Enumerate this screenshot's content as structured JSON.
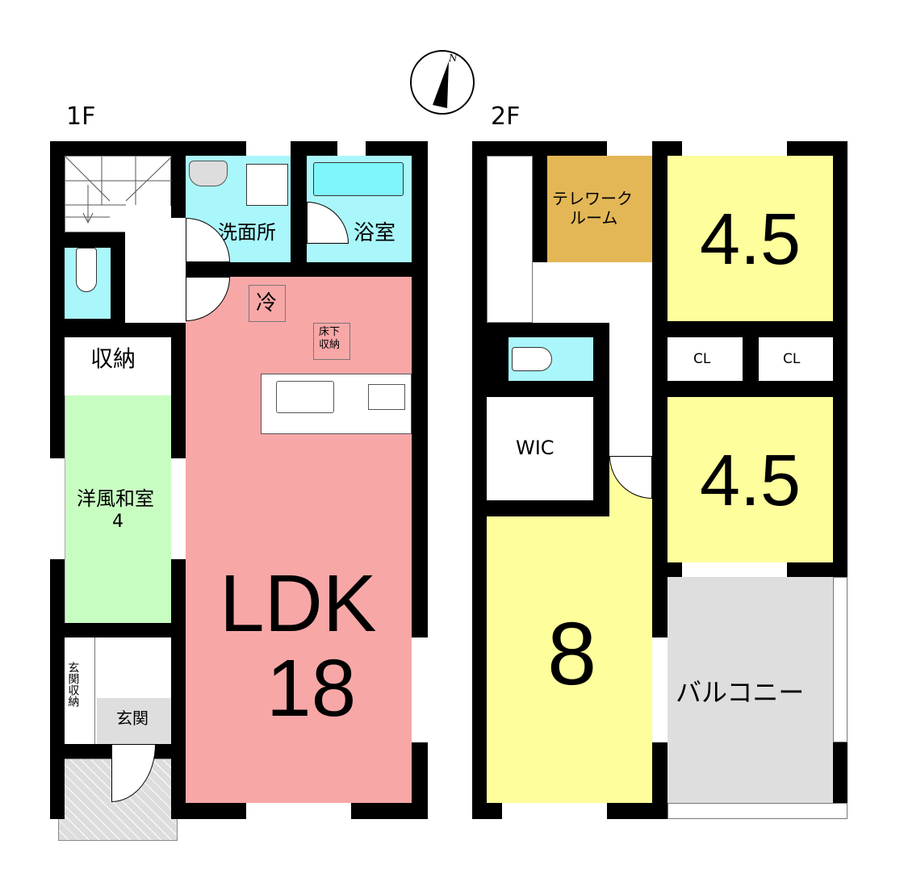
{
  "floors": {
    "first": {
      "label": "1F",
      "rooms": {
        "washroom": "洗面所",
        "bathroom": "浴室",
        "fridge": "冷",
        "underfloor_storage_line1": "床下",
        "underfloor_storage_line2": "収納",
        "storage": "収納",
        "japanese_room_name": "洋風和室",
        "japanese_room_size": "4",
        "ldk_name": "LDK",
        "ldk_size": "18",
        "entrance_storage": "玄関収納",
        "entrance": "玄関"
      }
    },
    "second": {
      "label": "2F",
      "rooms": {
        "telework_line1": "テレワーク",
        "telework_line2": "ルーム",
        "bedroom_ne_size": "4.5",
        "closet1": "CL",
        "closet2": "CL",
        "bedroom_e_size": "4.5",
        "wic": "WIC",
        "bedroom_w_size": "8",
        "balcony": "バルコニー"
      }
    }
  },
  "compass": {
    "north_label": "N"
  },
  "colors": {
    "ldk": "#f8a7a7",
    "wet": "#aaf7fb",
    "bedroom": "#fffe9c",
    "tatami": "#c8fdc2",
    "balcony": "#dedede",
    "telework": "#e3b756"
  }
}
